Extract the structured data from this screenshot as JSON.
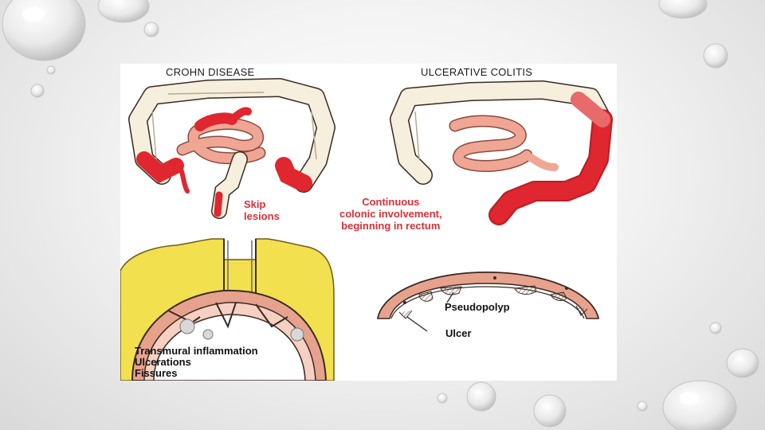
{
  "slide": {
    "crohn_title": "CROHN DISEASE",
    "uc_title": "ULCERATIVE COLITIS",
    "skip_lesions": [
      "Skip",
      "lesions"
    ],
    "continuous": [
      "Continuous",
      "colonic involvement,",
      "beginning in rectum"
    ],
    "crohn_features": [
      "Transmural inflammation",
      "Ulcerations",
      "Fissures"
    ],
    "pseudopolyp": "Pseudopolyp",
    "ulcer": "Ulcer"
  },
  "colors": {
    "inflamed": "#e0262f",
    "colon": "#f6efdd",
    "small_bowel": "#f0a695",
    "fat": "#f2e04e",
    "label_red": "#d6313a"
  }
}
